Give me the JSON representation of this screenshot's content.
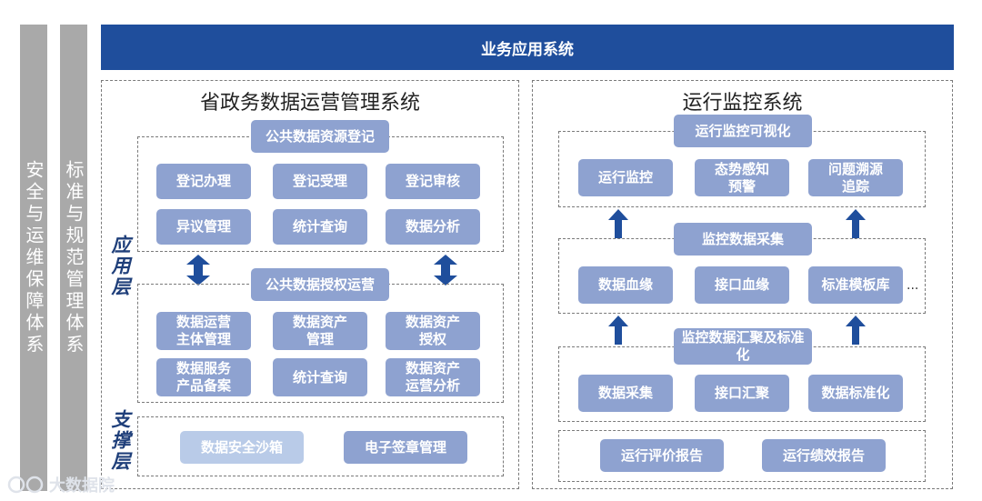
{
  "side": {
    "left": "安全与运维保障体系",
    "right": "标准与规范管理体系"
  },
  "banner": "业务应用系统",
  "left_panel": {
    "title": "省政务数据运营管理系统",
    "layer_app": "应用层",
    "layer_support": "支撑层",
    "registry": {
      "title": "公共数据资源登记",
      "items": [
        "登记办理",
        "登记受理",
        "登记审核",
        "异议管理",
        "统计查询",
        "数据分析"
      ]
    },
    "auth": {
      "title": "公共数据授权运营",
      "items": [
        "数据运营主体管理",
        "数据资产管理",
        "数据资产授权",
        "数据服务产品备案",
        "统计查询",
        "数据资产运营分析"
      ]
    },
    "support": {
      "items": [
        "数据安全沙箱",
        "电子签章管理"
      ]
    }
  },
  "right_panel": {
    "title": "运行监控系统",
    "viz": {
      "title": "运行监控可视化",
      "items": [
        "运行监控",
        "态势感知预警",
        "问题溯源追踪"
      ]
    },
    "collect": {
      "title": "监控数据采集",
      "items": [
        "数据血缘",
        "接口血缘",
        "标准模板库"
      ],
      "more": "..."
    },
    "aggregate": {
      "title": "监控数据汇聚及标准化",
      "items": [
        "数据采集",
        "接口汇聚",
        "数据标准化"
      ]
    },
    "reports": {
      "items": [
        "运行评价报告",
        "运行绩效报告"
      ]
    }
  },
  "watermark": "大数据院",
  "colors": {
    "banner": "#1f4e9c",
    "box": "#8ea2d0",
    "box_light": "#b9cbe8",
    "side_bar": "#a9a9a9",
    "arrow": "#1f4e9c"
  }
}
